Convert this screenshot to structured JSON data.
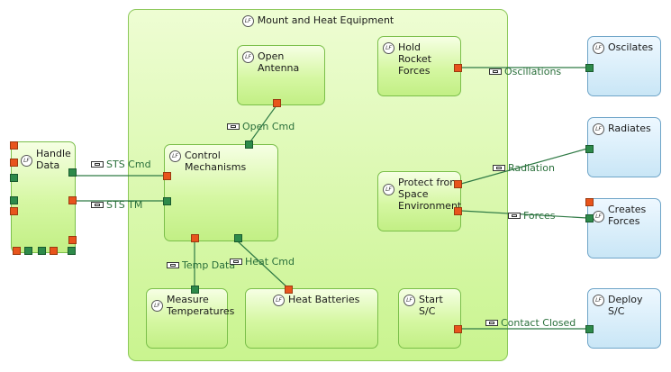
{
  "diagram": {
    "container": {
      "title": "Mount and Heat Equipment",
      "icon": "logical-function-icon"
    },
    "functions": {
      "handle_data": "Handle Data",
      "open_antenna": "Open Antenna",
      "hold_rocket_forces": "Hold Rocket Forces",
      "control_mechanisms": "Control Mechanisms",
      "protect_from_space": "Protect from Space Environment",
      "measure_temperatures": "Measure Temperatures",
      "heat_batteries": "Heat Batteries",
      "start_sc": "Start S/C",
      "oscilates": "Oscilates",
      "radiates": "Radiates",
      "creates_forces": "Creates Forces",
      "deploy_sc": "Deploy S/C"
    },
    "exchanges": {
      "sts_cmd": "STS Cmd",
      "sts_tm": "STS TM",
      "open_cmd": "Open Cmd",
      "temp_data": "Temp Data",
      "heat_cmd": "Heat Cmd",
      "oscillations": "Oscillations",
      "radiation": "Radiation",
      "forces": "Forces",
      "contact_closed": "Contact Closed"
    },
    "colors": {
      "internal_function": "#c9f48f",
      "external_function": "#c9e6f6",
      "output_port": "#e8541c",
      "input_port": "#2d8a4a",
      "exchange": "#2a6f3b"
    }
  }
}
